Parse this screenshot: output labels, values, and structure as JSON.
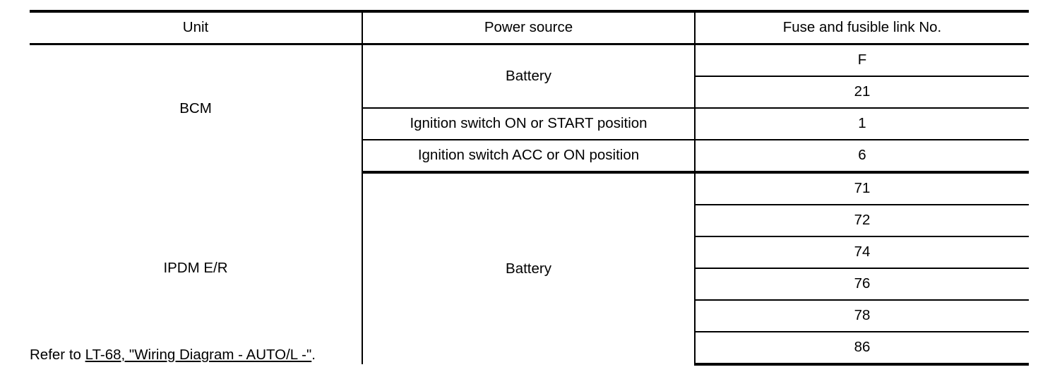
{
  "table": {
    "columns": [
      {
        "key": "unit",
        "label": "Unit"
      },
      {
        "key": "source",
        "label": "Power source"
      },
      {
        "key": "fuse",
        "label": "Fuse and fusible link No."
      }
    ],
    "groups": [
      {
        "unit": "BCM",
        "sources": [
          {
            "label": "Battery",
            "fuses": [
              "F",
              "21"
            ]
          },
          {
            "label": "Ignition switch ON or START position",
            "fuses": [
              "1"
            ]
          },
          {
            "label": "Ignition switch ACC or ON position",
            "fuses": [
              "6"
            ]
          }
        ]
      },
      {
        "unit": "IPDM E/R",
        "sources": [
          {
            "label": "Battery",
            "fuses": [
              "71",
              "72",
              "74",
              "76",
              "78",
              "86"
            ]
          }
        ]
      }
    ]
  },
  "footnote": {
    "prefix": "Refer to ",
    "link": "LT-68, \"Wiring Diagram - AUTO/L -\"",
    "suffix": "."
  },
  "colors": {
    "rule": "#000000",
    "text": "#000000",
    "background": "#ffffff"
  }
}
